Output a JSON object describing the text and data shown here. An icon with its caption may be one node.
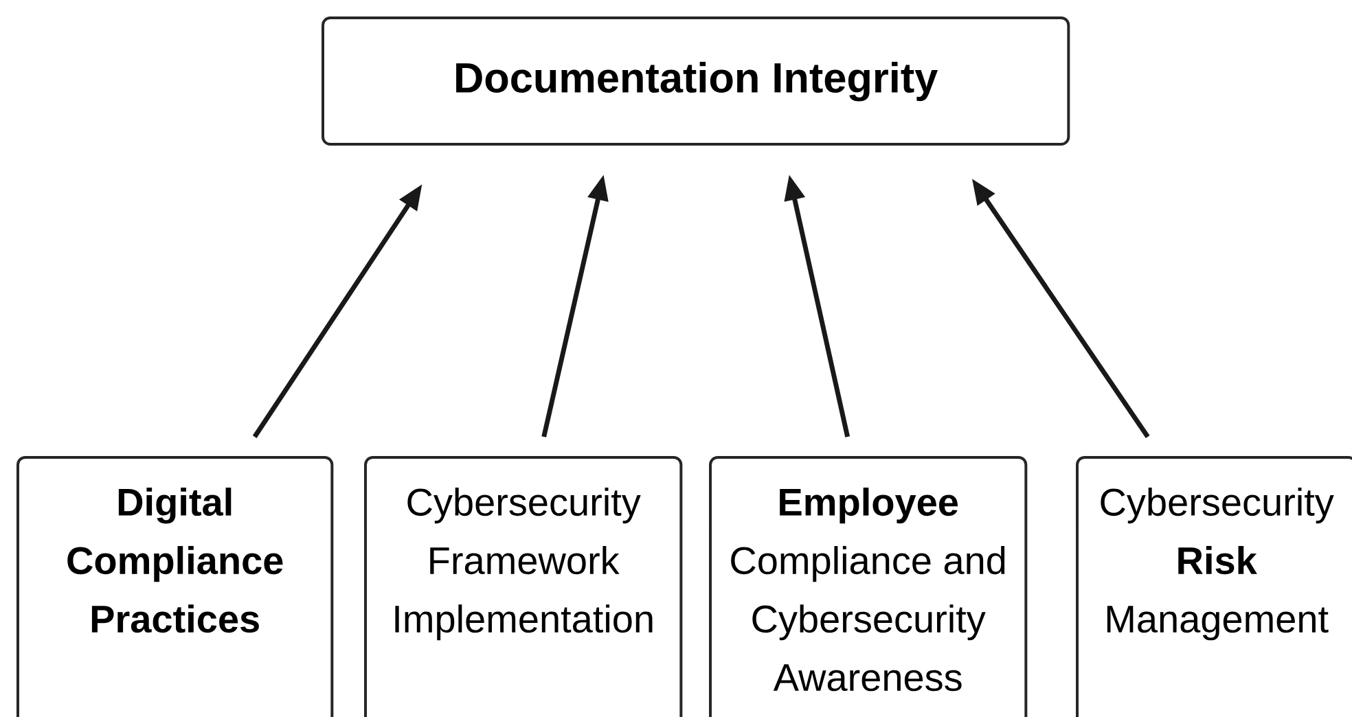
{
  "diagram": {
    "nodes": [
      {
        "text": [
          "Documentation Integrity"
        ]
      },
      {
        "text": [
          "Digital Compliance Practices"
        ]
      },
      {
        "text": [
          "Cybersecurity Framework Implementation"
        ]
      },
      {
        "text": [
          "**Employee** Compliance and Cybersecurity Awareness"
        ]
      },
      {
        "text": [
          "Cybersecurity **Risk** Management"
        ]
      }
    ],
    "edges": [
      {
        "from": 1,
        "to": 0,
        "arrow": "to"
      },
      {
        "from": 2,
        "to": 0,
        "arrow": "to"
      },
      {
        "from": 3,
        "to": 0,
        "arrow": "to"
      },
      {
        "from": 4,
        "to": 0,
        "arrow": "to"
      }
    ]
  }
}
